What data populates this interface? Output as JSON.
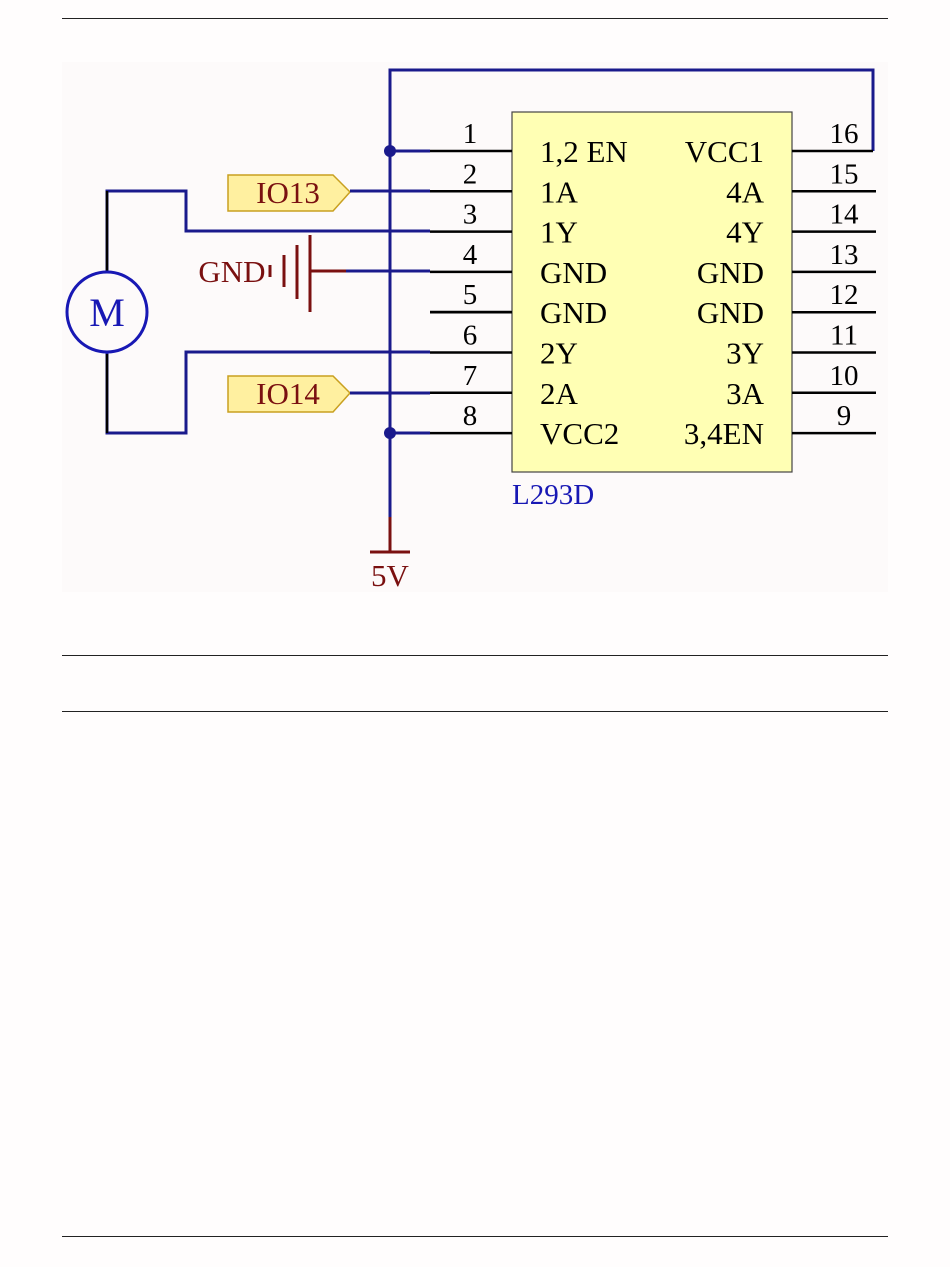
{
  "chip": {
    "name": "L293D",
    "left_pins": [
      {
        "num": "1",
        "name": "1,2 EN"
      },
      {
        "num": "2",
        "name": "1A"
      },
      {
        "num": "3",
        "name": "1Y"
      },
      {
        "num": "4",
        "name": "GND"
      },
      {
        "num": "5",
        "name": "GND"
      },
      {
        "num": "6",
        "name": "2Y"
      },
      {
        "num": "7",
        "name": "2A"
      },
      {
        "num": "8",
        "name": "VCC2"
      }
    ],
    "right_pins": [
      {
        "num": "16",
        "name": "VCC1"
      },
      {
        "num": "15",
        "name": "4A"
      },
      {
        "num": "14",
        "name": "4Y"
      },
      {
        "num": "13",
        "name": "GND"
      },
      {
        "num": "12",
        "name": "GND"
      },
      {
        "num": "11",
        "name": "3Y"
      },
      {
        "num": "10",
        "name": "3A"
      },
      {
        "num": "9",
        "name": "3,4EN"
      }
    ]
  },
  "ports": {
    "io13": "IO13",
    "io14": "IO14"
  },
  "gnd_label": "GND",
  "power_label": "5V",
  "motor_label": "M",
  "colors": {
    "wire": "#1a1a8c",
    "junction": "#1a1a8c",
    "chip_fill": "#ffffb4",
    "port_fill": "#fff0a0",
    "net_text": "#7a1010",
    "background": "#fdfafa"
  }
}
